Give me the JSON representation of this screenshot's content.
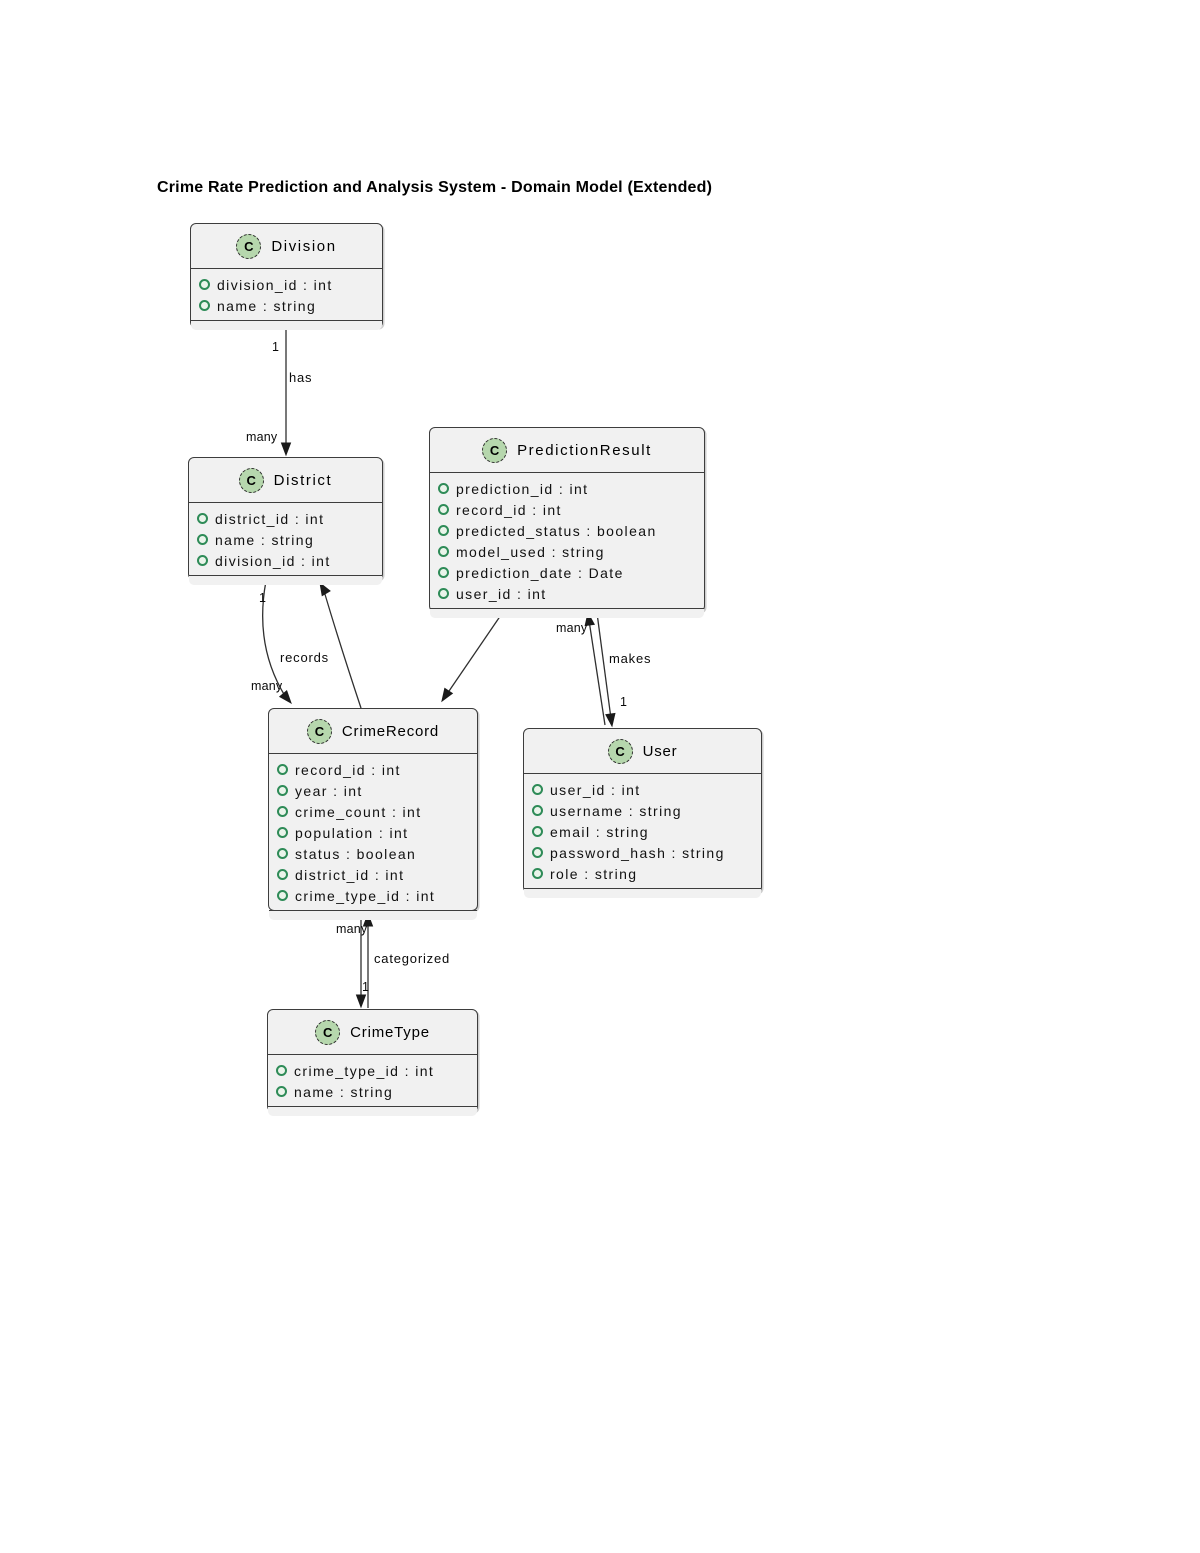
{
  "title": "Crime Rate Prediction and Analysis System - Domain Model (Extended)",
  "class_icon_letter": "C",
  "colors": {
    "box_fill": "#f1f1f1",
    "box_border": "#3d3d3d",
    "class_icon_fill": "#b6d7ad",
    "attribute_icon_green": "#2e8b57",
    "edge_line": "#2f2f2f"
  },
  "classes": {
    "division": {
      "name": "Division",
      "attributes": [
        "division_id : int",
        "name : string"
      ]
    },
    "district": {
      "name": "District",
      "attributes": [
        "district_id : int",
        "name : string",
        "division_id : int"
      ]
    },
    "prediction_result": {
      "name": "PredictionResult",
      "attributes": [
        "prediction_id : int",
        "record_id : int",
        "predicted_status : boolean",
        "model_used : string",
        "prediction_date : Date",
        "user_id : int"
      ]
    },
    "crime_record": {
      "name": "CrimeRecord",
      "attributes": [
        "record_id : int",
        "year : int",
        "crime_count : int",
        "population : int",
        "status : boolean",
        "district_id : int",
        "crime_type_id : int"
      ]
    },
    "user": {
      "name": "User",
      "attributes": [
        "user_id : int",
        "username : string",
        "email : string",
        "password_hash : string",
        "role : string"
      ]
    },
    "crime_type": {
      "name": "CrimeType",
      "attributes": [
        "crime_type_id : int",
        "name : string"
      ]
    }
  },
  "edges": {
    "has": {
      "label": "has",
      "division_mult": "1",
      "district_mult": "many"
    },
    "records": {
      "label": "records",
      "district_mult": "1",
      "crimerecord_mult": "many"
    },
    "makes": {
      "label": "makes",
      "predictionresult_mult": "many",
      "user_mult": "1"
    },
    "categorized": {
      "label": "categorized",
      "crimerecord_mult": "many",
      "crimetype_mult": "1"
    }
  }
}
